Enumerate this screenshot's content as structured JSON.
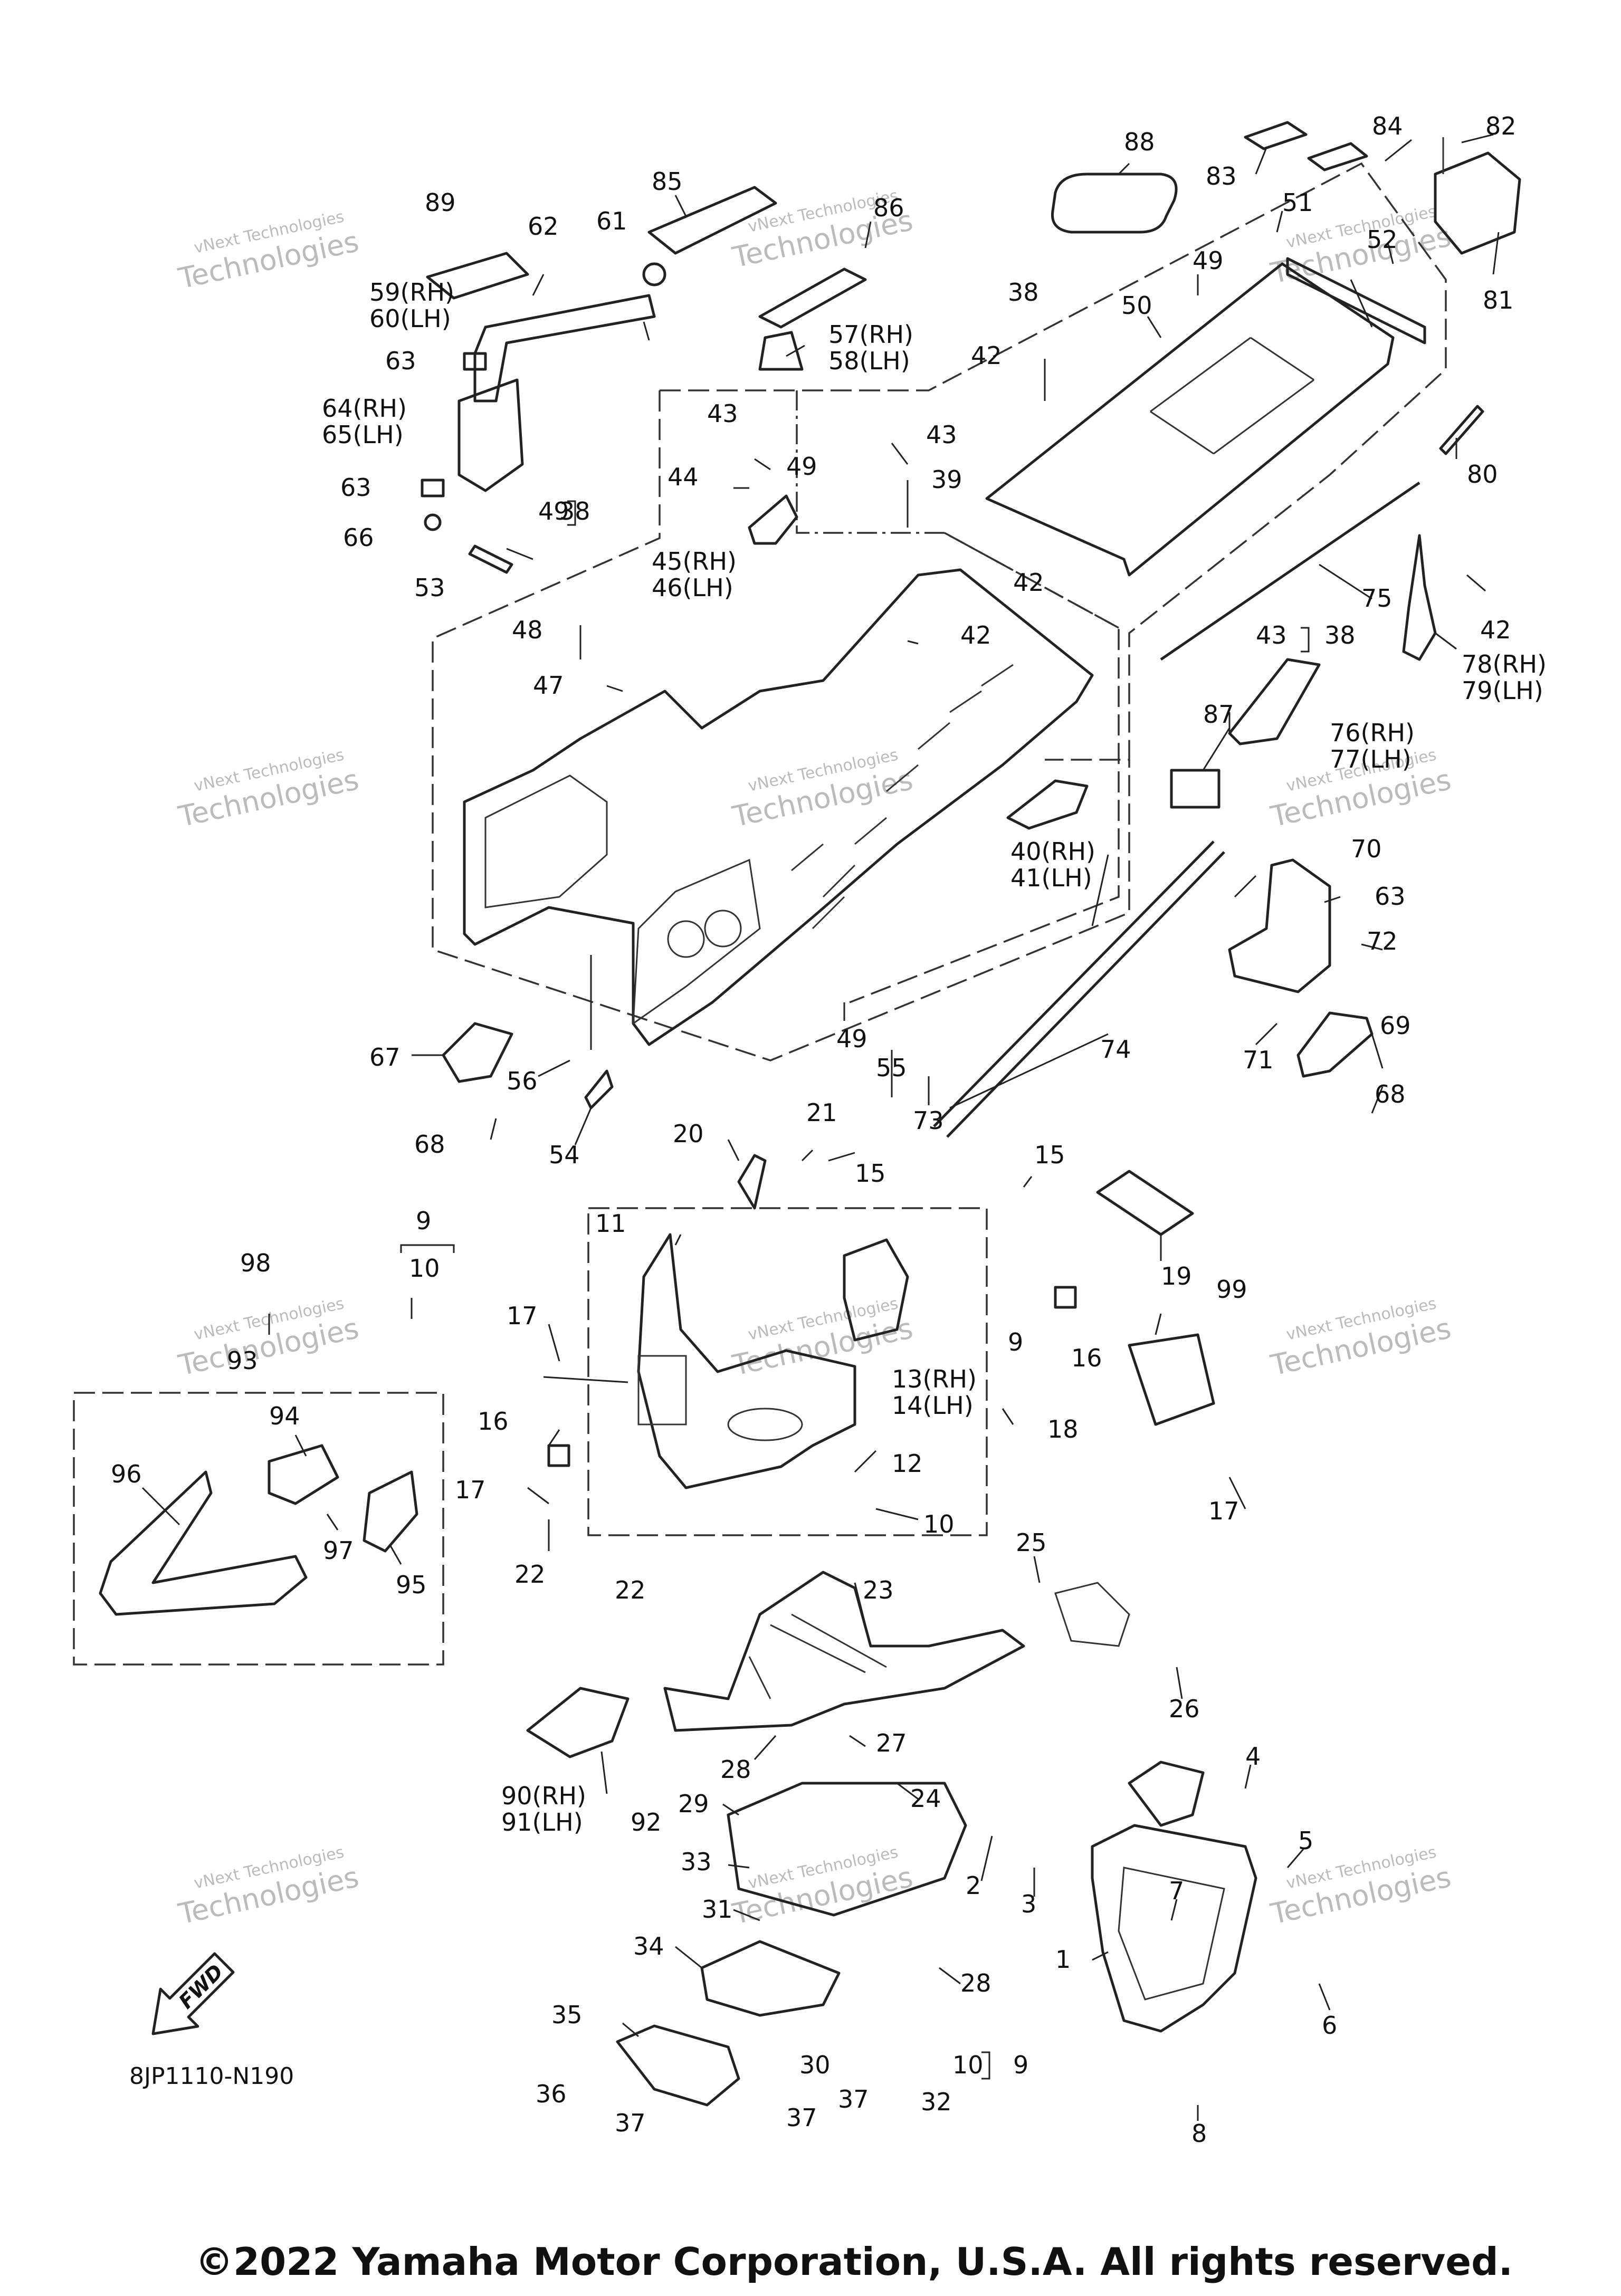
{
  "diagram_code": "8JP1110-N190",
  "copyright": "©2022 Yamaha Motor Corporation, U.S.A. All rights reserved.",
  "fwd_label": "FWD",
  "watermark": {
    "line1": "vNext Technologies",
    "line2": "Technologies"
  },
  "callouts": [
    {
      "id": "c1",
      "text": "1"
    },
    {
      "id": "c2",
      "text": "2"
    },
    {
      "id": "c3",
      "text": "3"
    },
    {
      "id": "c4",
      "text": "4"
    },
    {
      "id": "c5",
      "text": "5"
    },
    {
      "id": "c6",
      "text": "6"
    },
    {
      "id": "c7",
      "text": "7"
    },
    {
      "id": "c8",
      "text": "8"
    },
    {
      "id": "c9a",
      "text": "9"
    },
    {
      "id": "c9b",
      "text": "9"
    },
    {
      "id": "c9c",
      "text": "9"
    },
    {
      "id": "c10a",
      "text": "10"
    },
    {
      "id": "c10b",
      "text": "10"
    },
    {
      "id": "c10c",
      "text": "10"
    },
    {
      "id": "c11",
      "text": "11"
    },
    {
      "id": "c12",
      "text": "12"
    },
    {
      "id": "c13",
      "text": "13(RH)"
    },
    {
      "id": "c14",
      "text": "14(LH)"
    },
    {
      "id": "c15a",
      "text": "15"
    },
    {
      "id": "c15b",
      "text": "15"
    },
    {
      "id": "c16a",
      "text": "16"
    },
    {
      "id": "c16b",
      "text": "16"
    },
    {
      "id": "c17a",
      "text": "17"
    },
    {
      "id": "c17b",
      "text": "17"
    },
    {
      "id": "c17c",
      "text": "17"
    },
    {
      "id": "c18",
      "text": "18"
    },
    {
      "id": "c19",
      "text": "19"
    },
    {
      "id": "c20",
      "text": "20"
    },
    {
      "id": "c21",
      "text": "21"
    },
    {
      "id": "c22a",
      "text": "22"
    },
    {
      "id": "c22b",
      "text": "22"
    },
    {
      "id": "c23",
      "text": "23"
    },
    {
      "id": "c24",
      "text": "24"
    },
    {
      "id": "c25",
      "text": "25"
    },
    {
      "id": "c26",
      "text": "26"
    },
    {
      "id": "c27",
      "text": "27"
    },
    {
      "id": "c28a",
      "text": "28"
    },
    {
      "id": "c28b",
      "text": "28"
    },
    {
      "id": "c29",
      "text": "29"
    },
    {
      "id": "c30",
      "text": "30"
    },
    {
      "id": "c31",
      "text": "31"
    },
    {
      "id": "c32",
      "text": "32"
    },
    {
      "id": "c33",
      "text": "33"
    },
    {
      "id": "c34",
      "text": "34"
    },
    {
      "id": "c35",
      "text": "35"
    },
    {
      "id": "c36",
      "text": "36"
    },
    {
      "id": "c37a",
      "text": "37"
    },
    {
      "id": "c37b",
      "text": "37"
    },
    {
      "id": "c37c",
      "text": "37"
    },
    {
      "id": "c38a",
      "text": "38"
    },
    {
      "id": "c38b",
      "text": "38"
    },
    {
      "id": "c38c",
      "text": "38"
    },
    {
      "id": "c39",
      "text": "39"
    },
    {
      "id": "c40",
      "text": "40(RH)"
    },
    {
      "id": "c41",
      "text": "41(LH)"
    },
    {
      "id": "c42a",
      "text": "42"
    },
    {
      "id": "c42b",
      "text": "42"
    },
    {
      "id": "c42c",
      "text": "42"
    },
    {
      "id": "c42d",
      "text": "42"
    },
    {
      "id": "c43a",
      "text": "43"
    },
    {
      "id": "c43b",
      "text": "43"
    },
    {
      "id": "c43c",
      "text": "43"
    },
    {
      "id": "c44",
      "text": "44"
    },
    {
      "id": "c45",
      "text": "45(RH)"
    },
    {
      "id": "c46",
      "text": "46(LH)"
    },
    {
      "id": "c47",
      "text": "47"
    },
    {
      "id": "c48",
      "text": "48"
    },
    {
      "id": "c49a",
      "text": "49"
    },
    {
      "id": "c49b",
      "text": "49"
    },
    {
      "id": "c49c",
      "text": "49"
    },
    {
      "id": "c49d",
      "text": "49"
    },
    {
      "id": "c50",
      "text": "50"
    },
    {
      "id": "c51",
      "text": "51"
    },
    {
      "id": "c52",
      "text": "52"
    },
    {
      "id": "c53",
      "text": "53"
    },
    {
      "id": "c54",
      "text": "54"
    },
    {
      "id": "c55",
      "text": "55"
    },
    {
      "id": "c56",
      "text": "56"
    },
    {
      "id": "c57",
      "text": "57(RH)"
    },
    {
      "id": "c58",
      "text": "58(LH)"
    },
    {
      "id": "c59",
      "text": "59(RH)"
    },
    {
      "id": "c60",
      "text": "60(LH)"
    },
    {
      "id": "c61",
      "text": "61"
    },
    {
      "id": "c62",
      "text": "62"
    },
    {
      "id": "c63a",
      "text": "63"
    },
    {
      "id": "c63b",
      "text": "63"
    },
    {
      "id": "c63c",
      "text": "63"
    },
    {
      "id": "c64",
      "text": "64(RH)"
    },
    {
      "id": "c65",
      "text": "65(LH)"
    },
    {
      "id": "c66",
      "text": "66"
    },
    {
      "id": "c67",
      "text": "67"
    },
    {
      "id": "c68a",
      "text": "68"
    },
    {
      "id": "c68b",
      "text": "68"
    },
    {
      "id": "c69",
      "text": "69"
    },
    {
      "id": "c70",
      "text": "70"
    },
    {
      "id": "c71",
      "text": "71"
    },
    {
      "id": "c72",
      "text": "72"
    },
    {
      "id": "c73",
      "text": "73"
    },
    {
      "id": "c74",
      "text": "74"
    },
    {
      "id": "c75",
      "text": "75"
    },
    {
      "id": "c76",
      "text": "76(RH)"
    },
    {
      "id": "c77",
      "text": "77(LH)"
    },
    {
      "id": "c78",
      "text": "78(RH)"
    },
    {
      "id": "c79",
      "text": "79(LH)"
    },
    {
      "id": "c80",
      "text": "80"
    },
    {
      "id": "c81",
      "text": "81"
    },
    {
      "id": "c82",
      "text": "82"
    },
    {
      "id": "c83",
      "text": "83"
    },
    {
      "id": "c84",
      "text": "84"
    },
    {
      "id": "c85",
      "text": "85"
    },
    {
      "id": "c86",
      "text": "86"
    },
    {
      "id": "c87",
      "text": "87"
    },
    {
      "id": "c88",
      "text": "88"
    },
    {
      "id": "c89",
      "text": "89"
    },
    {
      "id": "c90",
      "text": "90(RH)"
    },
    {
      "id": "c91",
      "text": "91(LH)"
    },
    {
      "id": "c92",
      "text": "92"
    },
    {
      "id": "c93",
      "text": "93"
    },
    {
      "id": "c94",
      "text": "94"
    },
    {
      "id": "c95",
      "text": "95"
    },
    {
      "id": "c96",
      "text": "96"
    },
    {
      "id": "c97",
      "text": "97"
    },
    {
      "id": "c98",
      "text": "98"
    },
    {
      "id": "c99",
      "text": "99"
    }
  ]
}
